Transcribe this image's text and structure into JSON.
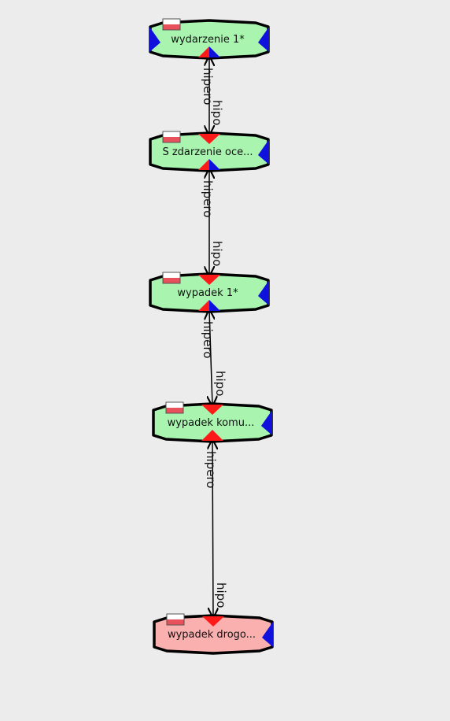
{
  "colors": {
    "background": "#ececec",
    "node_green": "#a9f5b0",
    "node_pink": "#fbb0b0",
    "outline": "#000000",
    "red": "#ff1a1a",
    "blue": "#1111dd",
    "flag_red": "#e8505b",
    "flag_white": "#ffffff"
  },
  "nodes": [
    {
      "id": "n1",
      "label": "wydarzenie 1*",
      "fill": "green",
      "top_marker": false,
      "bottom_marker": "red-blue",
      "left_marker": true
    },
    {
      "id": "n2",
      "label": "S zdarzenie oce...",
      "fill": "green",
      "top_marker": true,
      "bottom_marker": "red-blue",
      "left_marker": false
    },
    {
      "id": "n3",
      "label": "wypadek 1*",
      "fill": "green",
      "top_marker": true,
      "bottom_marker": "red-blue",
      "left_marker": false
    },
    {
      "id": "n4",
      "label": "wypadek komu...",
      "fill": "green",
      "top_marker": true,
      "bottom_marker": "red",
      "left_marker": false
    },
    {
      "id": "n5",
      "label": "wypadek drogo...",
      "fill": "pink",
      "top_marker": true,
      "bottom_marker": "none",
      "left_marker": false
    }
  ],
  "edges": [
    {
      "from": "n1",
      "to": "n2",
      "label_upper": "hipero",
      "label_lower": "hipo"
    },
    {
      "from": "n2",
      "to": "n3",
      "label_upper": "hipero",
      "label_lower": "hipo"
    },
    {
      "from": "n3",
      "to": "n4",
      "label_upper": "hipero",
      "label_lower": "hipo"
    },
    {
      "from": "n4",
      "to": "n5",
      "label_upper": "hipero",
      "label_lower": "hipo"
    }
  ]
}
